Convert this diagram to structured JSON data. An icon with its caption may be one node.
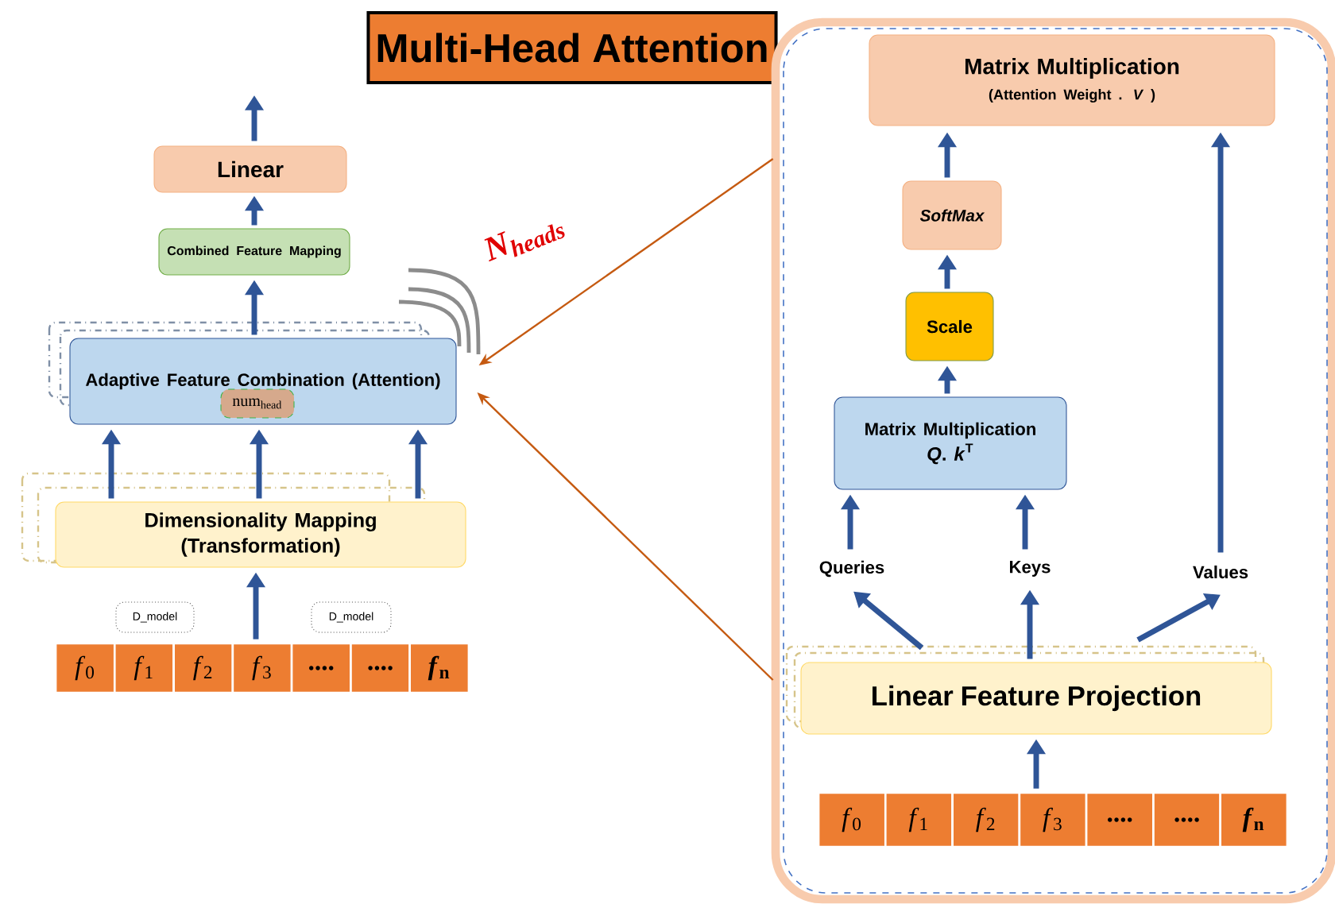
{
  "diagram": {
    "title": "Multi-Head Attention",
    "nodes": [
      {
        "text": [
          "Linear"
        ]
      },
      {
        "text": [
          "Combined Feature Mapping"
        ]
      },
      {
        "text": [
          "Adaptive Feature Combination (Attention)"
        ]
      },
      {
        "text": [
          "num$_{head}$"
        ],
        "in": 2
      },
      {
        "text": [
          "Dimensionality Mapping (Transformation)"
        ]
      },
      {
        "text": [
          "D_model"
        ]
      },
      {
        "text": [
          "D_model"
        ]
      },
      {
        "text": [
          "*f*$_{0}$"
        ]
      },
      {
        "text": [
          "*f*$_{1}$"
        ]
      },
      {
        "text": [
          "*f*$_{2}$"
        ]
      },
      {
        "text": [
          "*f*$_{3}$"
        ]
      },
      {
        "text": [
          "...."
        ]
      },
      {
        "text": [
          "...."
        ]
      },
      {
        "text": [
          "*f*$_{n}$"
        ]
      },
      {
        "text": [],
        "shape": "box"
      },
      {
        "text": [
          "Matrix Multiplication",
          "(Attention Weight . *V* )"
        ],
        "in": 14
      },
      {
        "text": [
          "SoftMax"
        ],
        "in": 14
      },
      {
        "text": [
          "Scale"
        ],
        "in": 14
      },
      {
        "text": [
          "Matrix Multiplication",
          "*Q*. *k*$^{T}$"
        ],
        "in": 14
      },
      {
        "text": [
          "Queries"
        ],
        "in": 14
      },
      {
        "text": [
          "Keys"
        ],
        "in": 14
      },
      {
        "text": [
          "Values"
        ],
        "in": 14
      },
      {
        "text": [
          "Linear Feature Projection"
        ],
        "in": 14
      },
      {
        "text": [
          "*f*$_{0}$"
        ],
        "in": 14
      },
      {
        "text": [
          "*f*$_{1}$"
        ],
        "in": 14
      },
      {
        "text": [
          "*f*$_{2}$"
        ],
        "in": 14
      },
      {
        "text": [
          "*f*$_{3}$"
        ],
        "in": 14
      },
      {
        "text": [
          "...."
        ],
        "in": 14
      },
      {
        "text": [
          "...."
        ],
        "in": 14
      },
      {
        "text": [
          "*f*$_{n}$"
        ],
        "in": 14
      }
    ],
    "edges": [
      {
        "from": 0,
        "to": null,
        "arrow": "to"
      },
      {
        "from": 1,
        "to": 0,
        "arrow": "to"
      },
      {
        "from": 2,
        "to": 1,
        "arrow": "to"
      },
      {
        "from": 4,
        "to": 2,
        "arrow": "to"
      },
      {
        "from": 4,
        "to": 2,
        "arrow": "to"
      },
      {
        "from": 4,
        "to": 2,
        "arrow": "to"
      },
      {
        "from": 10,
        "to": 4,
        "arrow": "to"
      },
      {
        "from": 14,
        "to": 2,
        "arrow": "to",
        "color": "#c55a11"
      },
      {
        "from": 14,
        "to": 2,
        "arrow": "to",
        "color": "#c55a11"
      },
      {
        "from": 16,
        "to": 15,
        "arrow": "to"
      },
      {
        "from": 17,
        "to": 16,
        "arrow": "to"
      },
      {
        "from": 18,
        "to": 17,
        "arrow": "to"
      },
      {
        "from": 19,
        "to": 18,
        "arrow": "to"
      },
      {
        "from": 20,
        "to": 18,
        "arrow": "to"
      },
      {
        "from": 21,
        "to": 15,
        "arrow": "to"
      },
      {
        "from": 22,
        "to": 19,
        "arrow": "to"
      },
      {
        "from": 22,
        "to": 20,
        "arrow": "to"
      },
      {
        "from": 22,
        "to": 21,
        "arrow": "to"
      },
      {
        "from": 26,
        "to": 22,
        "arrow": "to"
      }
    ],
    "labels": [
      "N$_{heads}$"
    ]
  }
}
